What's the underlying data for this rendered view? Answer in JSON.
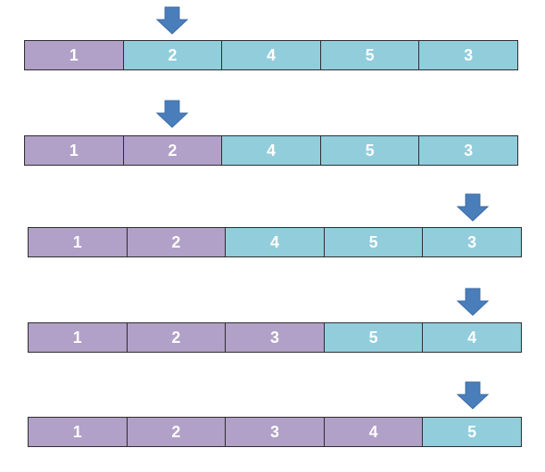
{
  "colors": {
    "sorted": "#b1a0c7",
    "unsorted": "#92cddc",
    "arrow": "#4a7ebb"
  },
  "steps": [
    {
      "cells": [
        "1",
        "2",
        "4",
        "5",
        "3"
      ],
      "sorted_count": 1,
      "arrow_index": 1
    },
    {
      "cells": [
        "1",
        "2",
        "4",
        "5",
        "3"
      ],
      "sorted_count": 2,
      "arrow_index": 1
    },
    {
      "cells": [
        "1",
        "2",
        "4",
        "5",
        "3"
      ],
      "sorted_count": 2,
      "arrow_index": 4
    },
    {
      "cells": [
        "1",
        "2",
        "3",
        "5",
        "4"
      ],
      "sorted_count": 3,
      "arrow_index": 4
    },
    {
      "cells": [
        "1",
        "2",
        "3",
        "4",
        "5"
      ],
      "sorted_count": 4,
      "arrow_index": 4
    }
  ]
}
